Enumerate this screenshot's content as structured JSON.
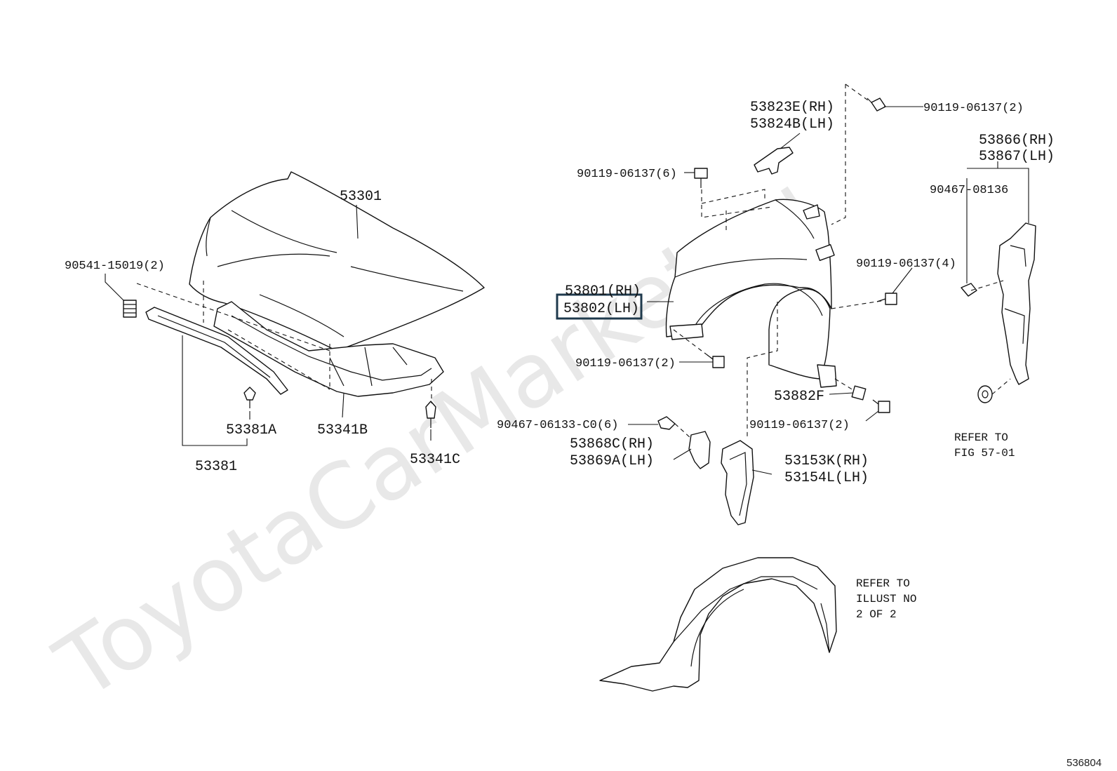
{
  "watermark": "ToyotaCarMarket.ru",
  "figure_number": "536804",
  "labels": {
    "hood": "53301",
    "hood_bolt": "90541-15019(2)",
    "hood_seal": "53381A",
    "hood_seal_assy": "53381",
    "hood_insulator_b": "53341B",
    "hood_clip_c": "53341C",
    "fender_rh": "53801(RH)",
    "fender_lh": "53802(LH)",
    "fender_bolt_6": "90119-06137(6)",
    "fender_bolt_2_lower": "90119-06137(2)",
    "fender_bolt_4": "90119-06137(4)",
    "fender_bolt_2_top": "90119-06137(2)",
    "fender_bolt_2_bottom": "90119-06137(2)",
    "cover_rh": "53823E(RH)",
    "cover_lh": "53824B(LH)",
    "seal_rh": "53866(RH)",
    "seal_lh": "53867(LH)",
    "clip_right": "90467-08136",
    "refer_fig_line1": "REFER TO",
    "refer_fig_line2": "FIG 57-01",
    "pad_f": "53882F",
    "clip_c0": "90467-06133-C0(6)",
    "bracket_rh": "53868C(RH)",
    "bracket_lh": "53869A(LH)",
    "protector_rh": "53153K(RH)",
    "protector_lh": "53154L(LH)",
    "refer_illust_line1": "REFER TO",
    "refer_illust_line2": "ILLUST NO",
    "refer_illust_line3": "2 OF 2"
  }
}
